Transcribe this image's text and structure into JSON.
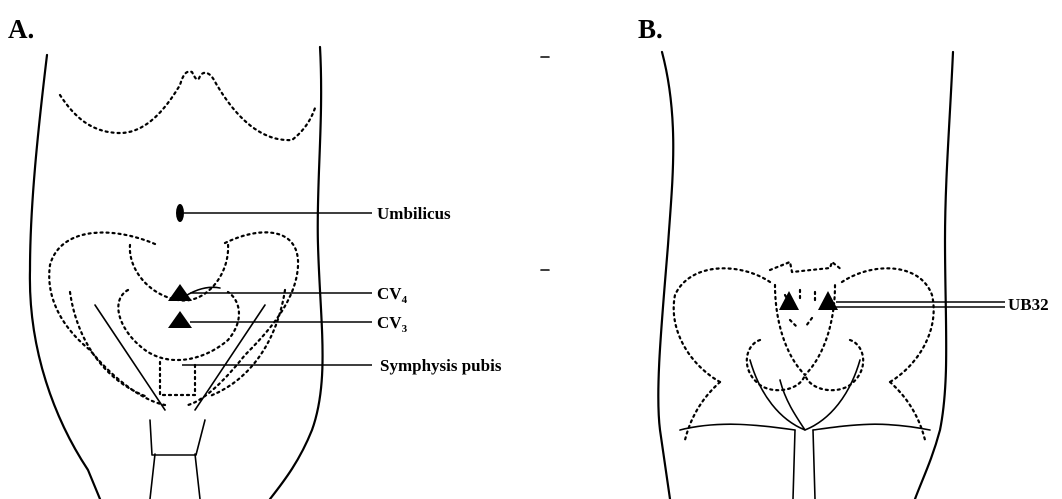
{
  "panels": {
    "a": {
      "label": "A.",
      "callouts": {
        "umbilicus": "Umbilicus",
        "cv4_main": "CV",
        "cv4_sub": "4",
        "cv3_main": "CV",
        "cv3_sub": "3",
        "symphysis": "Symphysis pubis"
      }
    },
    "b": {
      "label": "B.",
      "callouts": {
        "ub32": "UB32"
      }
    }
  },
  "colors": {
    "ink": "#000000",
    "background": "#ffffff"
  }
}
